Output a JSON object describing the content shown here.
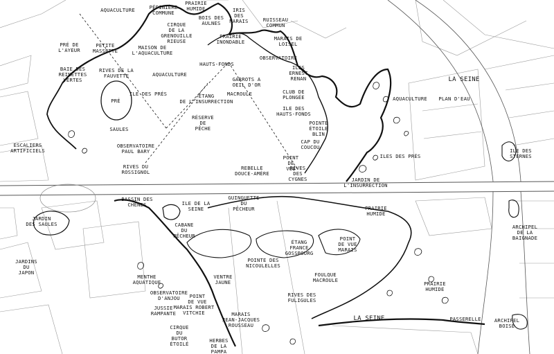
{
  "labels": {
    "aquaculture_top": "AQUACULTURE",
    "pepiniere": "PÉPINIÈRE\nCOMMUNE",
    "prairie_humide_top": "PRAIRIE\nHUMIDE",
    "iris": "IRIS\nDES\nMARAIS",
    "bois_aulnes": "BOIS DES\nAULNES",
    "cirque": "CIRQUE\nDE LA\nGRENOUILLE\nRIEUSE",
    "prairie_inondable": "PRAIRIE\nINONDABLE",
    "ruisseau": "RUISSEAU\nCOMMUN",
    "marais_loisel": "MARAIS DE\nLOISEL",
    "pre_ayeur": "PRÉ DE\nL'AYEUR",
    "petite_massette": "PETITE\nMASSETTE",
    "maison_aquaculture": "MAISON DE\nL'AQUACULTURE",
    "hauts_fonds": "HAUTS-FONDS",
    "observatoire_top": "OBSERVATOIRE",
    "iles_ernest": "ILES\nERNEST\nRENAN",
    "baie_reinettes": "BAIE DES\nREINETTES\nVERTES",
    "rives_fauvette": "RIVES DE LA\nFAUVETTE",
    "aquaculture_mid": "AQUACULTURE",
    "ile_pres": "ILE DES PRÉS",
    "pre": "PRÉ",
    "garrots": "GARROTS A\nOEIL D'OR",
    "macroule": "MACROULE",
    "club_plongee": "CLUB DE\nPLONGÉE",
    "aquaculture_right": "AQUACULTURE",
    "plan_eau": "PLAN D'EAU",
    "la_seine_top": "LA SEINE",
    "etang": "ÉTANG\nDE L'INSURRECTION",
    "reserve_peche": "RÉSERVE\nDE\nPÊCHE",
    "iles_hauts_fonds": "ILE DES\nHAUTS-FONDS",
    "pointe_blin": "POINTE\nÉTOILE\nBLIN",
    "saules": "SAULES",
    "cap_coucou": "CAP DU\nCOUCOU",
    "escaliers": "ESCALIERS\nARTIFICIELS",
    "observatoire_paul": "OBSERVATOIRE\nPAUL BARY",
    "pointe_de_vue_1": "POINT\nDE\nVUE",
    "iles_pres_right": "ILES DES PRÉS",
    "ile_sternes": "ILE DES\nSTERNES",
    "rives_rossignol": "RIVES DU\nROSSIGNOL",
    "rebelle": "REBELLE\nDOUCE-AMÈRE",
    "rives_cygnes": "RIVES\nDES\nCYGNES",
    "jardin_insurrection": "JARDIN DE\nL'INSURRECTION",
    "bassin_chenes": "BASSIN DES\nCHÊNES",
    "ile_seine": "ILE DE LA\nSEINE",
    "guinguette": "GUINGUETTE\nDU\nPÊCHEUR",
    "prairie_humide_mid": "PRAIRIE\nHUMIDE",
    "jardin_saules": "JARDIN\nDES SAULES",
    "archipel_baignade": "ARCHIPEL\nDE LA\nBAIGNADE",
    "cabane": "CABANE\nDU\nPÊCHEUR",
    "point_vue_marais": "POINT\nDE VUE\nMARAIS",
    "etang_gossbourg": "ÉTANG\nFRANCE\nGOSSBOURG",
    "pointe_nicoulelles": "POINTE DES\nNICOULELLES",
    "jardins_japon": "JARDINS\nDU\nJAPON",
    "menthe": "MENTHE\nAQUATIQUE",
    "ventre_jaune": "VENTRE\nJAUNE",
    "foulque": "FOULQUE\nMACROULE",
    "prairie_humide_right": "PRAIRIE\nHUMIDE",
    "observatoire_danjou": "OBSERVATOIRE\nD'ANJOU",
    "point_vue_bottom": "POINT\nDE VUE",
    "rives_fuligules": "RIVES DES\nFULIGULES",
    "jussie": "JUSSIE\nRAMPANTE",
    "marais_robert": "MARAIS ROBERT\nVITCHIE",
    "marais_jean": "MARAIS\nJEAN-JACQUES\nROUSSEAU",
    "la_seine_bottom": "LA SEINE",
    "passerelle": "PASSERELLE",
    "archipel_boise": "ARCHIPEL\nBOISÉ",
    "cirque_butor": "CIRQUE\nDU\nBUTOR\nÉTOILÉ",
    "herbes_pampa": "HERBES\nDE LA\nPAMPA"
  }
}
